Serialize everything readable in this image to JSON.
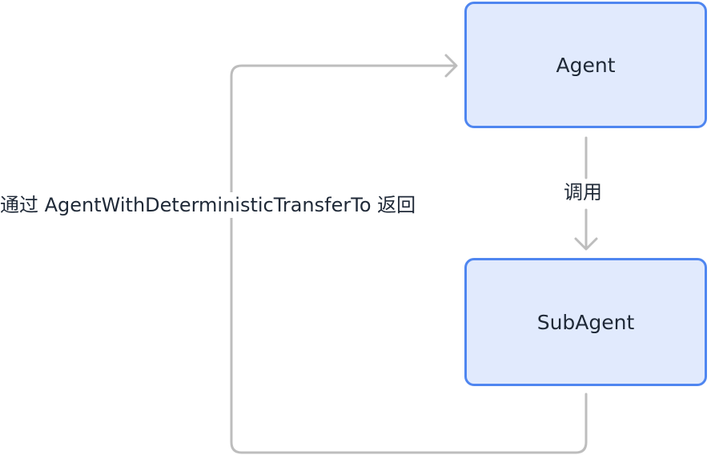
{
  "nodes": {
    "agent": {
      "label": "Agent"
    },
    "subagent": {
      "label": "SubAgent"
    }
  },
  "edges": {
    "call": {
      "label": "调用"
    },
    "return": {
      "label": "通过 AgentWithDeterministicTransferTo 返回"
    }
  },
  "colors": {
    "node_border": "#4f86f0",
    "node_fill": "#e1eafd",
    "edge": "#bdbdbd",
    "text": "#1f2937"
  }
}
